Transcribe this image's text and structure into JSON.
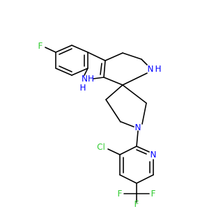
{
  "colors": {
    "bond": "#000000",
    "carbon": "#000000",
    "nitrogen": "#0000ff",
    "fluorine": "#33cc33",
    "chlorine": "#33cc33"
  },
  "labels": {
    "fluorine_indole": "F",
    "nh_indole": "NH",
    "h_indole": "H",
    "nh_ring": "N",
    "h_ring": "H",
    "n_piperidine": "N",
    "n_pyridine": "N",
    "cl": "Cl",
    "cf3_f_left": "F",
    "cf3_f_right": "F",
    "cf3_f_bottom": "F"
  }
}
